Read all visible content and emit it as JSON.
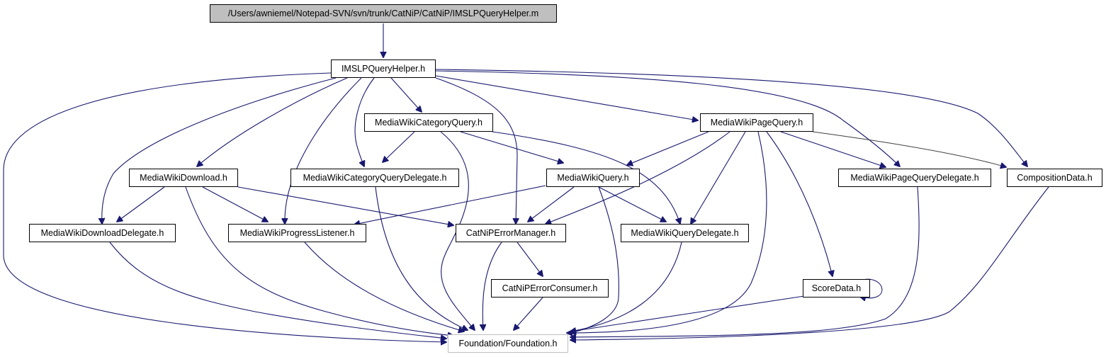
{
  "graph": {
    "nodes": {
      "root": "/Users/awniemel/Notepad-SVN/svn/trunk/CatNiP/CatNiP/IMSLPQueryHelper.m",
      "imslp_helper": "IMSLPQueryHelper.h",
      "category_query": "MediaWikiCategoryQuery.h",
      "page_query": "MediaWikiPageQuery.h",
      "download": "MediaWikiDownload.h",
      "category_query_delegate": "MediaWikiCategoryQueryDelegate.h",
      "query": "MediaWikiQuery.h",
      "page_query_delegate": "MediaWikiPageQueryDelegate.h",
      "composition_data": "CompositionData.h",
      "download_delegate": "MediaWikiDownloadDelegate.h",
      "progress_listener": "MediaWikiProgressListener.h",
      "error_manager": "CatNiPErrorManager.h",
      "query_delegate": "MediaWikiQueryDelegate.h",
      "error_consumer": "CatNiPErrorConsumer.h",
      "score_data": "ScoreData.h",
      "foundation": "Foundation/Foundation.h"
    },
    "colors": {
      "edge": "#191970",
      "root_fill": "#bfbfbf",
      "external_border": "#bfbfbf",
      "node_border": "#000000"
    }
  }
}
